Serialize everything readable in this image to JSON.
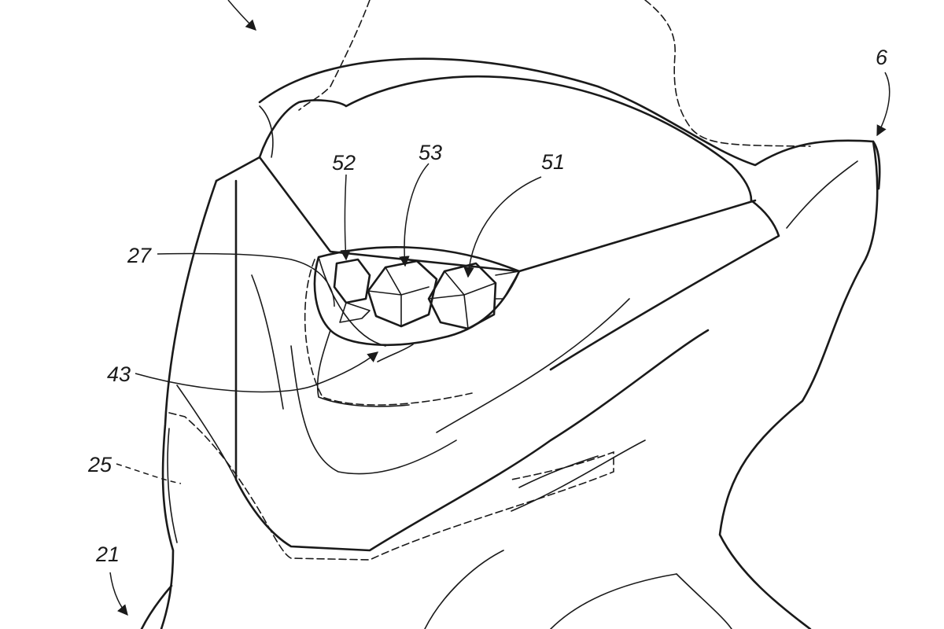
{
  "figure": {
    "colors": {
      "line": "#1a1a1a",
      "paper": "#ffffff"
    },
    "reference_numerals": {
      "windshield_front": "6",
      "lamp_unit": "27",
      "lamp_cover": "43",
      "front_cowl": "25",
      "front_cover_assembly": "21",
      "lens_52": "52",
      "lens_53": "53",
      "lens_51": "51"
    }
  }
}
